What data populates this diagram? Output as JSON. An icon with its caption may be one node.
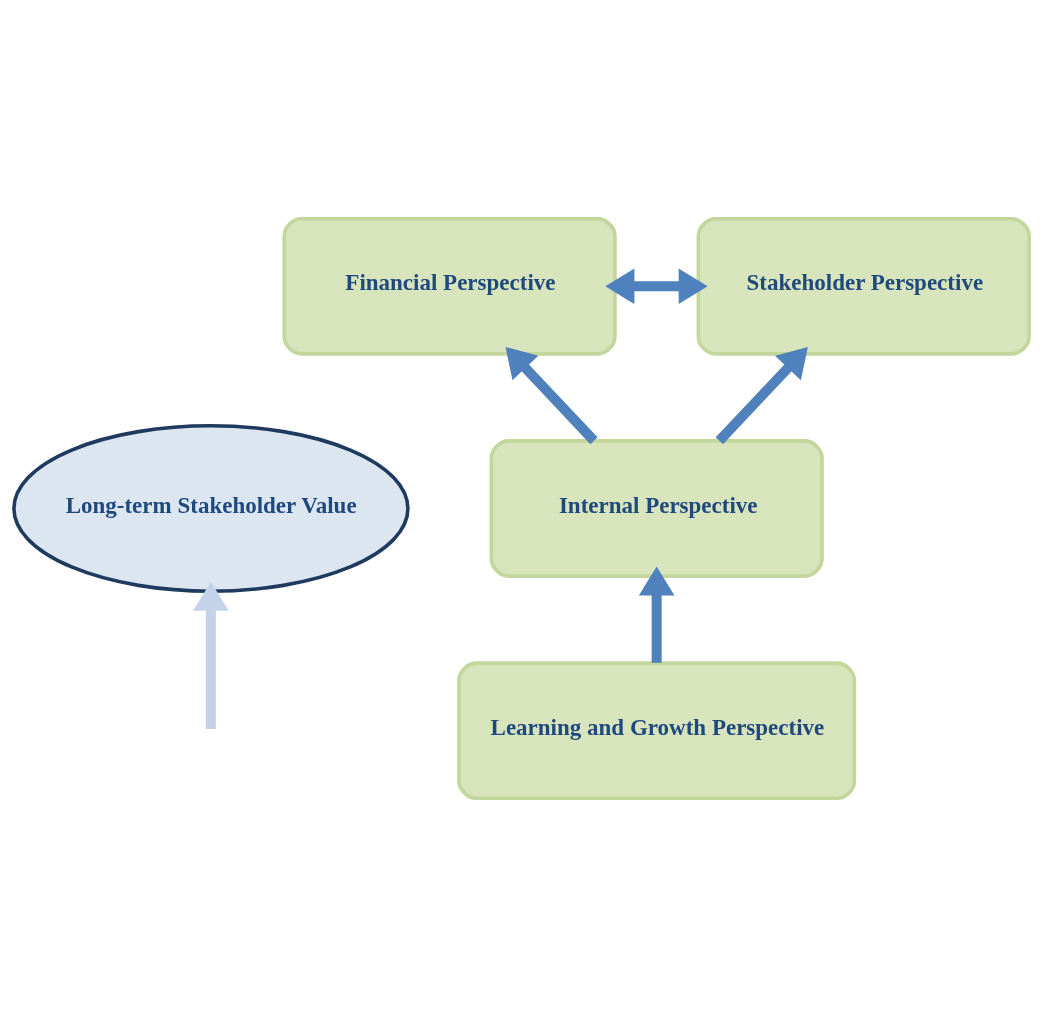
{
  "diagram": {
    "nodes": [
      {
        "text": [
          "Long-term Stakeholder Value"
        ]
      },
      {
        "text": [
          "Financial Perspective"
        ]
      },
      {
        "text": [
          "Stakeholder Perspective"
        ]
      },
      {
        "text": [
          "Internal Perspective"
        ]
      },
      {
        "text": [
          "Learning and Growth Perspective"
        ]
      }
    ],
    "edges": [
      {
        "from": null,
        "to": 0,
        "arrow": "to",
        "color": "#c5d3ea"
      },
      {
        "from": 1,
        "to": 2,
        "arrow": "both"
      },
      {
        "from": 3,
        "to": 1,
        "arrow": "to"
      },
      {
        "from": 3,
        "to": 2,
        "arrow": "to"
      },
      {
        "from": 4,
        "to": 3,
        "arrow": "to"
      }
    ]
  }
}
